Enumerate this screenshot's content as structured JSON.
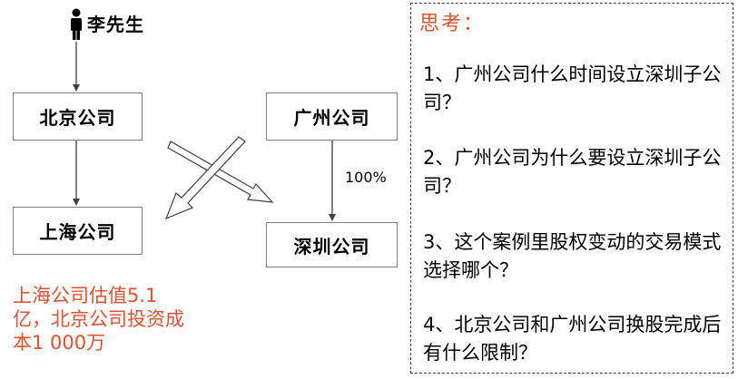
{
  "person": {
    "icon": "person-icon",
    "name": "李先生"
  },
  "companies": {
    "beijing": "北京公司",
    "shanghai": "上海公司",
    "guangzhou": "广州公司",
    "shenzhen": "深圳公司"
  },
  "ownership_label": "100%",
  "note": "上海公司估值5.1亿，北京公司投资成本1 000万",
  "thinking": {
    "title": "思考：",
    "questions": [
      "1、广州公司什么时间设立深圳子公司？",
      "2、广州公司为什么要设立深圳子公司？",
      "3、这个案例里股权变动的交易模式选择哪个？",
      "4、北京公司和广州公司换股完成后有什么限制？"
    ]
  },
  "colors": {
    "accent": "#e8502b",
    "box_border": "#7f7f7f",
    "arrow": "#404040"
  }
}
